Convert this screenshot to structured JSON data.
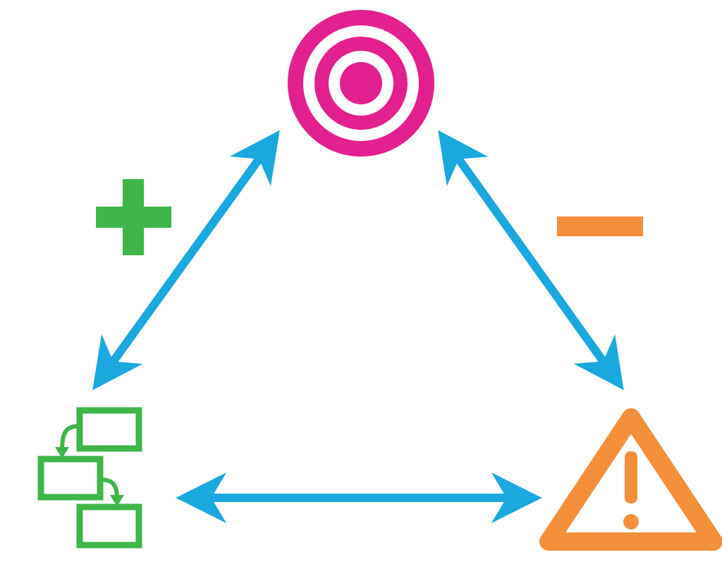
{
  "colors": {
    "arrow": "#1ba8df",
    "target": "#e3208f",
    "plus": "#3fb54a",
    "minus": "#f4903b",
    "flowchart": "#3fb54a",
    "warning": "#f4903b",
    "background": "#ffffff"
  },
  "nodes": [
    {
      "role": "top",
      "icon": "target-icon"
    },
    {
      "role": "bottom-left",
      "icon": "flowchart-icon"
    },
    {
      "role": "bottom-right",
      "icon": "warning-icon"
    }
  ],
  "edges": [
    {
      "from": "top",
      "to": "bottom-left",
      "direction": "bidirectional",
      "sign": "plus"
    },
    {
      "from": "top",
      "to": "bottom-right",
      "direction": "bidirectional",
      "sign": "minus"
    },
    {
      "from": "bottom-left",
      "to": "bottom-right",
      "direction": "bidirectional",
      "sign": ""
    }
  ],
  "signs": {
    "plus": "plus-sign-icon",
    "minus": "minus-sign-icon"
  }
}
